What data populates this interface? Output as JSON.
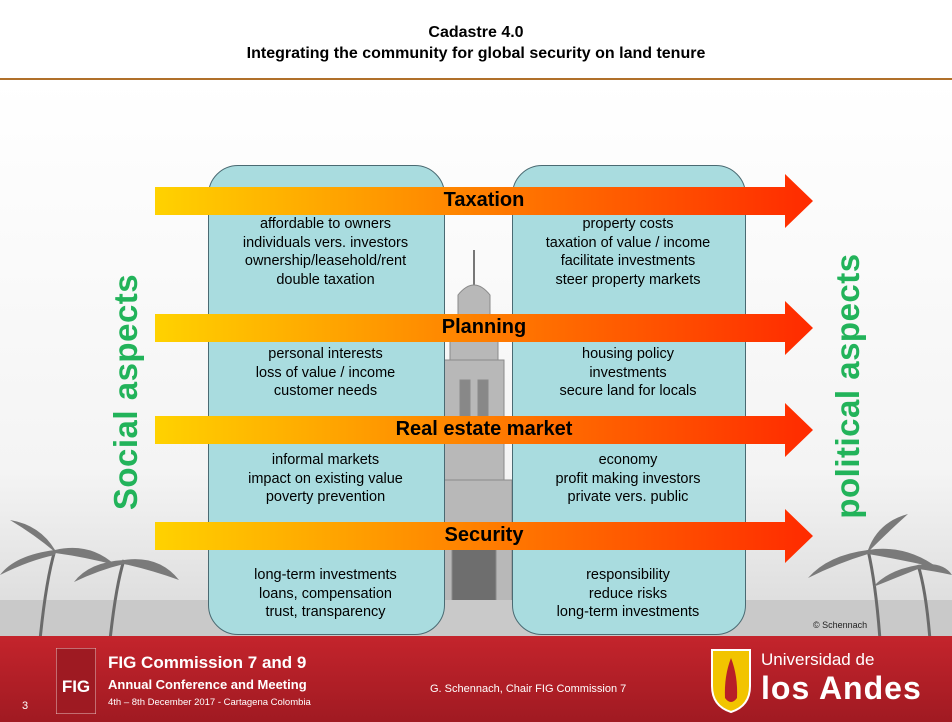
{
  "header": {
    "title": "Cadastre 4.0",
    "subtitle": "Integrating the community for global security on land tenure"
  },
  "side_labels": {
    "left": "Social aspects",
    "right": "political aspects"
  },
  "bands": [
    {
      "label": "Taxation",
      "left": [
        "affordable to owners",
        "individuals vers. investors",
        "ownership/leasehold/rent",
        "double taxation"
      ],
      "right": [
        "property costs",
        "taxation of value / income",
        "facilitate investments",
        "steer property markets"
      ]
    },
    {
      "label": "Planning",
      "left": [
        "personal interests",
        "loss of value / income",
        "customer needs"
      ],
      "right": [
        "housing policy",
        "investments",
        "secure land for locals"
      ]
    },
    {
      "label": "Real estate market",
      "left": [
        "informal markets",
        "impact on existing value",
        "poverty prevention"
      ],
      "right": [
        "economy",
        "profit making investors",
        "private vers. public"
      ]
    },
    {
      "label": "Security",
      "left": [
        "long-term investments",
        "loans, compensation",
        "trust, transparency"
      ],
      "right": [
        "responsibility",
        "reduce risks",
        "long-term investments"
      ]
    }
  ],
  "copyright": "© Schennach",
  "footer": {
    "page_number": "3",
    "fig_logo_text": "FIG",
    "fig_title": "FIG Commission 7 and 9",
    "fig_subtitle": "Annual Conference and Meeting",
    "fig_dates": "4th – 8th December 2017 - Cartagena Colombia",
    "presenter": "G. Schennach, Chair FIG Commission 7",
    "university_line1": "Universidad de",
    "university_line2": "los Andes"
  },
  "colors": {
    "footer_red": "#b81f27",
    "panel_fill": "#a9dcdf",
    "arrow_start": "#ffd200",
    "arrow_end": "#ff2a00",
    "side_text": "#22b35a",
    "header_rule": "#b0702a"
  }
}
